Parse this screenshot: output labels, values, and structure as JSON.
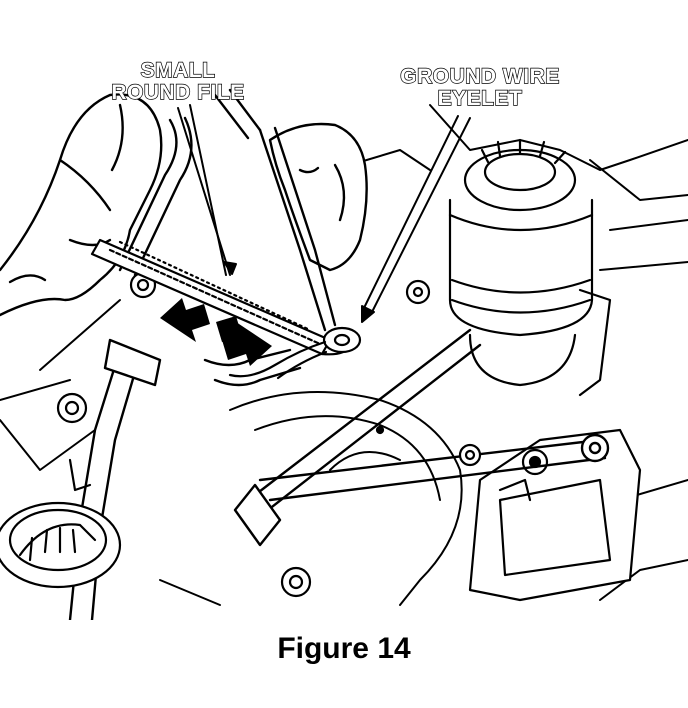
{
  "labels": {
    "file_line1": "SMALL",
    "file_line2": "ROUND FILE",
    "eyelet_line1": "GROUND WIRE",
    "eyelet_line2": "EYELET"
  },
  "caption": "Figure 14",
  "colors": {
    "ink": "#000000",
    "paper": "#ffffff"
  },
  "arrows": {
    "direction": "back-and-forth",
    "icon": "double-arrow-icon"
  }
}
